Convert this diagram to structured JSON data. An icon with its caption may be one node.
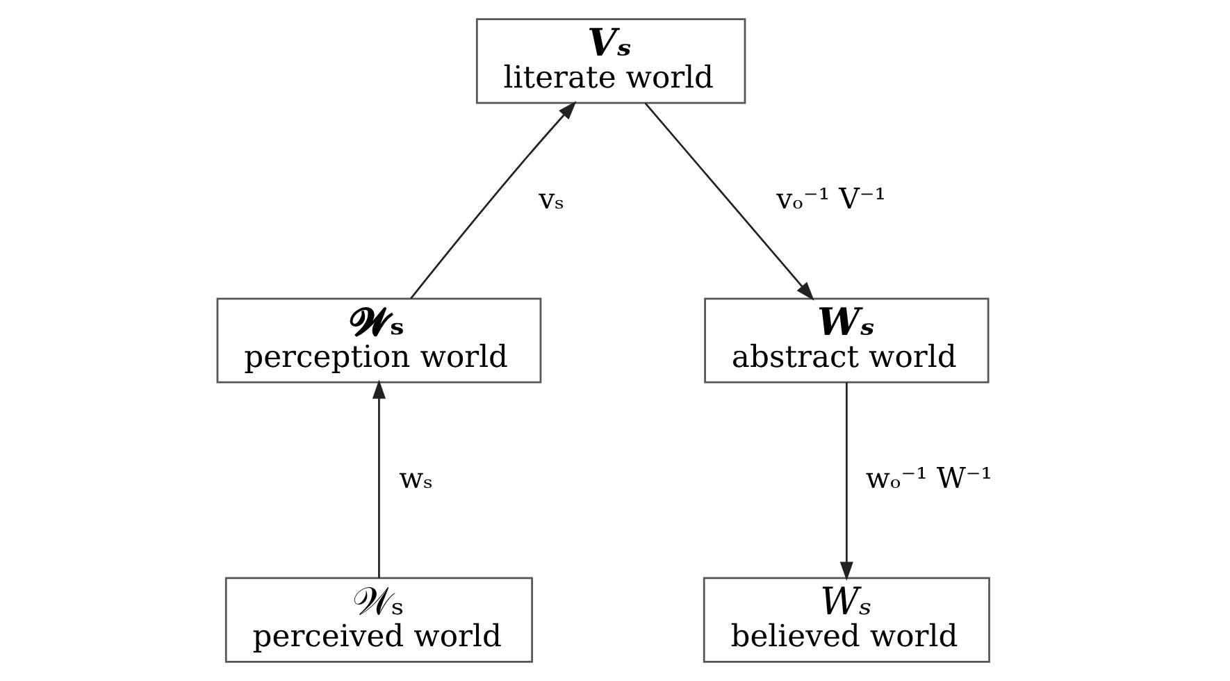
{
  "diagram": {
    "nodes": [
      {
        "text": [
          "Vₛ",
          "literate world"
        ]
      },
      {
        "text": [
          "𝓦ₛ",
          "perception world"
        ]
      },
      {
        "text": [
          "Wₛ",
          "abstract world"
        ]
      },
      {
        "text": [
          "𝒲ₛ",
          "perceived world"
        ]
      },
      {
        "text": [
          "Wₛ",
          "believed world"
        ]
      }
    ],
    "edges": [
      {
        "from": 3,
        "to": 1,
        "arrow": "to",
        "label": "wₛ"
      },
      {
        "from": 1,
        "to": 0,
        "arrow": "to",
        "label": "vₛ"
      },
      {
        "from": 0,
        "to": 2,
        "arrow": "to",
        "label": "vₒ⁻¹ V⁻¹"
      },
      {
        "from": 2,
        "to": 4,
        "arrow": "to",
        "label": "wₒ⁻¹ W⁻¹"
      }
    ]
  }
}
